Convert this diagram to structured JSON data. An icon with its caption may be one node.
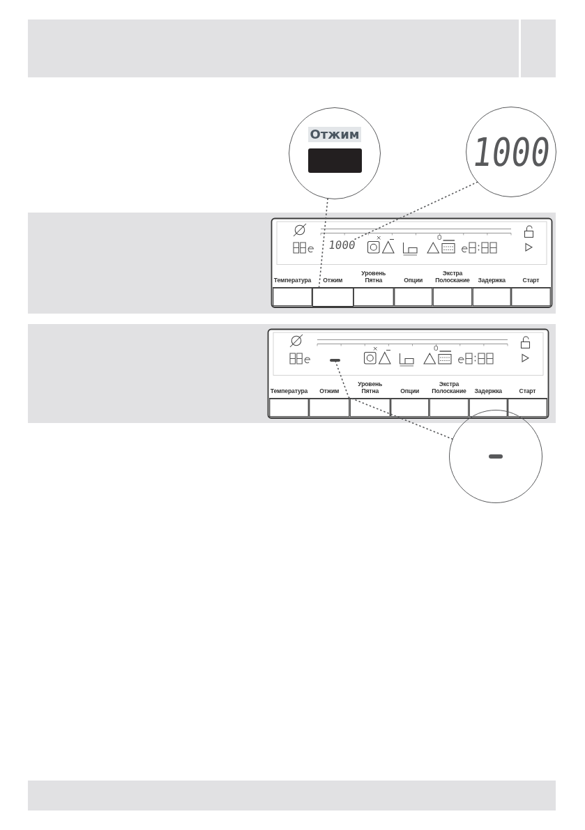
{
  "diagram": {
    "nodes": [
      {
        "text": [
          "Отжим"
        ]
      },
      {
        "text": [
          "1000"
        ]
      },
      {
        "text": [],
        "shape": "box"
      },
      {
        "text": [
          "1000"
        ]
      },
      {
        "text": [],
        "shape": "bar"
      },
      {
        "text": [],
        "shape": "circle"
      }
    ],
    "edges": [
      {
        "from": 0,
        "to": 2,
        "arrow": "none",
        "style": "dashed"
      },
      {
        "from": 1,
        "to": 3,
        "arrow": "none",
        "style": "dashed"
      },
      {
        "from": 5,
        "to": 4,
        "arrow": "none",
        "style": "dashed"
      }
    ],
    "labels": [
      "Температура",
      "Отжим",
      "Уровень Пятна",
      "Опции",
      "Экстра Полоскание",
      "Задержка",
      "Старт",
      "Температура",
      "Отжим",
      "Уровень Пятна",
      "Опции",
      "Экстра Полоскание",
      "Задержка",
      "Старт"
    ]
  }
}
